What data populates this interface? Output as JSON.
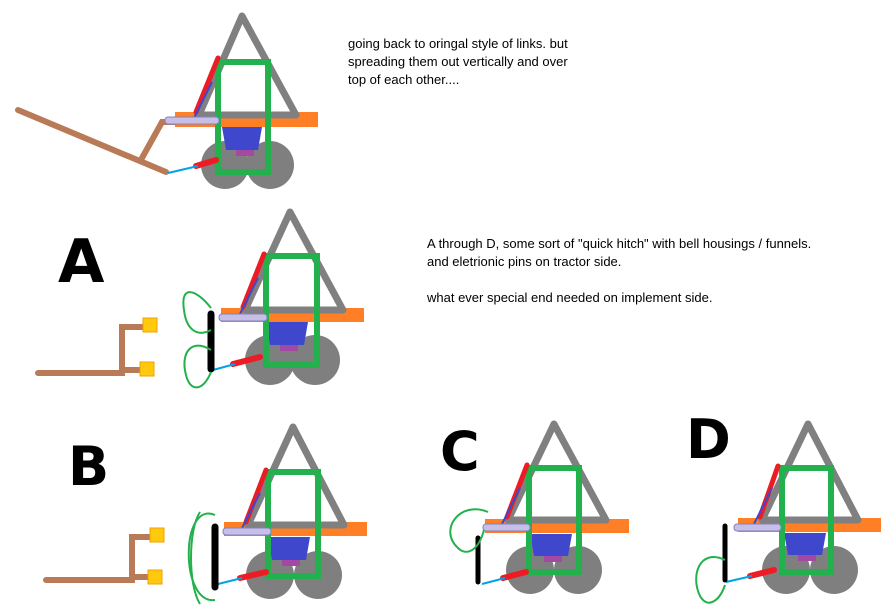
{
  "notes": {
    "top": "going back to oringal style of links. but\nspreading them out vertically and over\ntop of each other....",
    "middle": "A through D,  some sort of \"quick hitch\"  with bell housings / funnels.\nand eletrionic pins on tractor side.\n\nwhat ever special end needed on implement side."
  },
  "variants": [
    {
      "label": "A"
    },
    {
      "label": "B"
    },
    {
      "label": "C"
    },
    {
      "label": "D"
    }
  ],
  "colors": {
    "frame": "#808080",
    "cab": "#22b14c",
    "deck": "#ff7f27",
    "wheel": "#7f7f7f",
    "hub": "#3f48cc",
    "hub_bottom": "#a349a4",
    "link": "#ed1c24",
    "pin": "#00a2e8",
    "lift_bar": "#c8bfe7",
    "implement": "#b97a57",
    "coupler": "#ffc90e",
    "funnel": "#22b14c",
    "hitch_plate": "#000000"
  }
}
